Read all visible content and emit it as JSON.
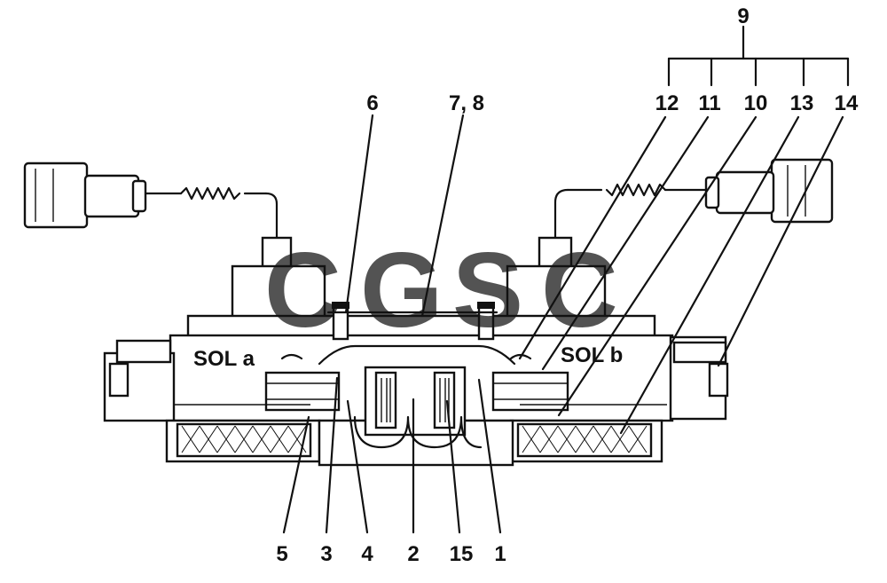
{
  "labels": {
    "sol_a": "SOL a",
    "sol_b": "SOL b",
    "callouts": {
      "c1": "1",
      "c2": "2",
      "c3": "3",
      "c4": "4",
      "c5": "5",
      "c6": "6",
      "c7_8": "7, 8",
      "c9": "9",
      "c10": "10",
      "c11": "11",
      "c12": "12",
      "c13": "13",
      "c14": "14",
      "c15": "15"
    }
  },
  "watermark": {
    "letters": [
      "C",
      "G",
      "S",
      "C"
    ],
    "colors": [
      "#4285F4",
      "#EA4335",
      "#FBBC05",
      "#34A853"
    ]
  }
}
